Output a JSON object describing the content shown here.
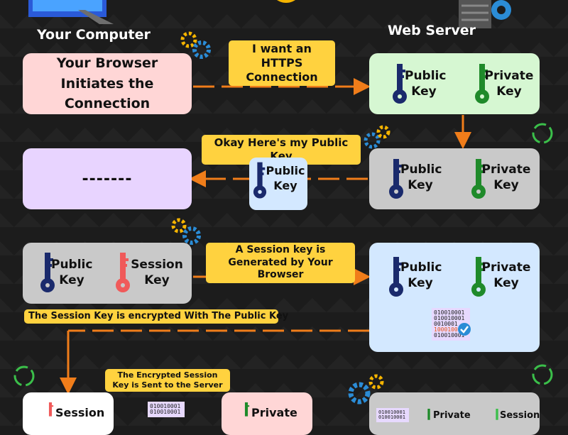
{
  "headings": {
    "your_computer": "Your Computer",
    "web_server": "Web Server"
  },
  "labels": {
    "https_request": "I want an HTTPS Connection",
    "public_key_sent": "Okay Here's my Public Key",
    "session_generated": "A Session key is Generated by Your Browser",
    "session_encrypted": "The Session Key is encrypted With The Public Key",
    "encrypted_sent": "The Encrypted Session Key is Sent to the Server"
  },
  "boxes": {
    "browser_initiates": "Your Browser Initiates the Connection",
    "pending": "-------"
  },
  "keys": {
    "public": "Public Key",
    "private": "Private Key",
    "session": "Session Key",
    "session_partial": "Session",
    "private_partial": "Private",
    "session_cut": "Session",
    "private_cut": "Private"
  },
  "binary": [
    "010010001",
    "010010001",
    "0010001",
    "10001000",
    "010010001"
  ],
  "binary_small": [
    "010010001",
    "010010001"
  ],
  "binary_small2": [
    "010010001",
    "010010001"
  ],
  "colors": {
    "arrow": "#f07d1a",
    "label_bg": "#ffd23f",
    "pink_box": "#ffd6d6",
    "green_box": "#d6f7d2",
    "grey_box": "#c9c9c9",
    "purple_box": "#e8d4ff",
    "blue_box": "#d3e8ff",
    "key_navy": "#1a2a6c",
    "key_green": "#1f8a2a",
    "key_red": "#f05a5a",
    "gear_blue": "#2b8cd6",
    "gear_yellow": "#f5b400"
  },
  "icons": [
    "computer-monitor-icon",
    "server-icon",
    "gear-icon",
    "refresh-cycle-icon",
    "key-icon",
    "checkmark-badge-icon",
    "encrypted-document-icon"
  ]
}
